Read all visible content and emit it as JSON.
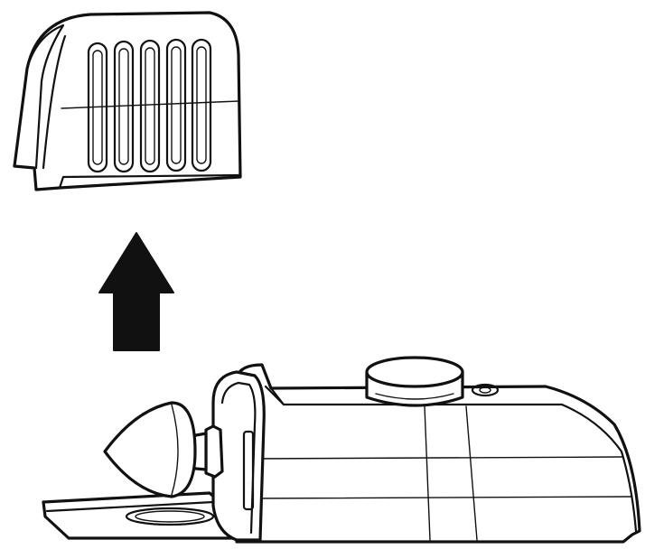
{
  "figure": {
    "parts": [
      {
        "part": "removable-cap",
        "feature": "vent-slots",
        "slot_count": 5
      },
      {
        "part": "device-body",
        "feature": "top-button"
      },
      {
        "part": "attachment-head",
        "feature": "bullet-tip"
      },
      {
        "part": "base-bracket",
        "feature": "slotted-plate"
      }
    ],
    "arrow": {
      "direction": "up",
      "color": "#111111"
    },
    "colors": {
      "line": "#111111",
      "background": "#ffffff"
    }
  }
}
